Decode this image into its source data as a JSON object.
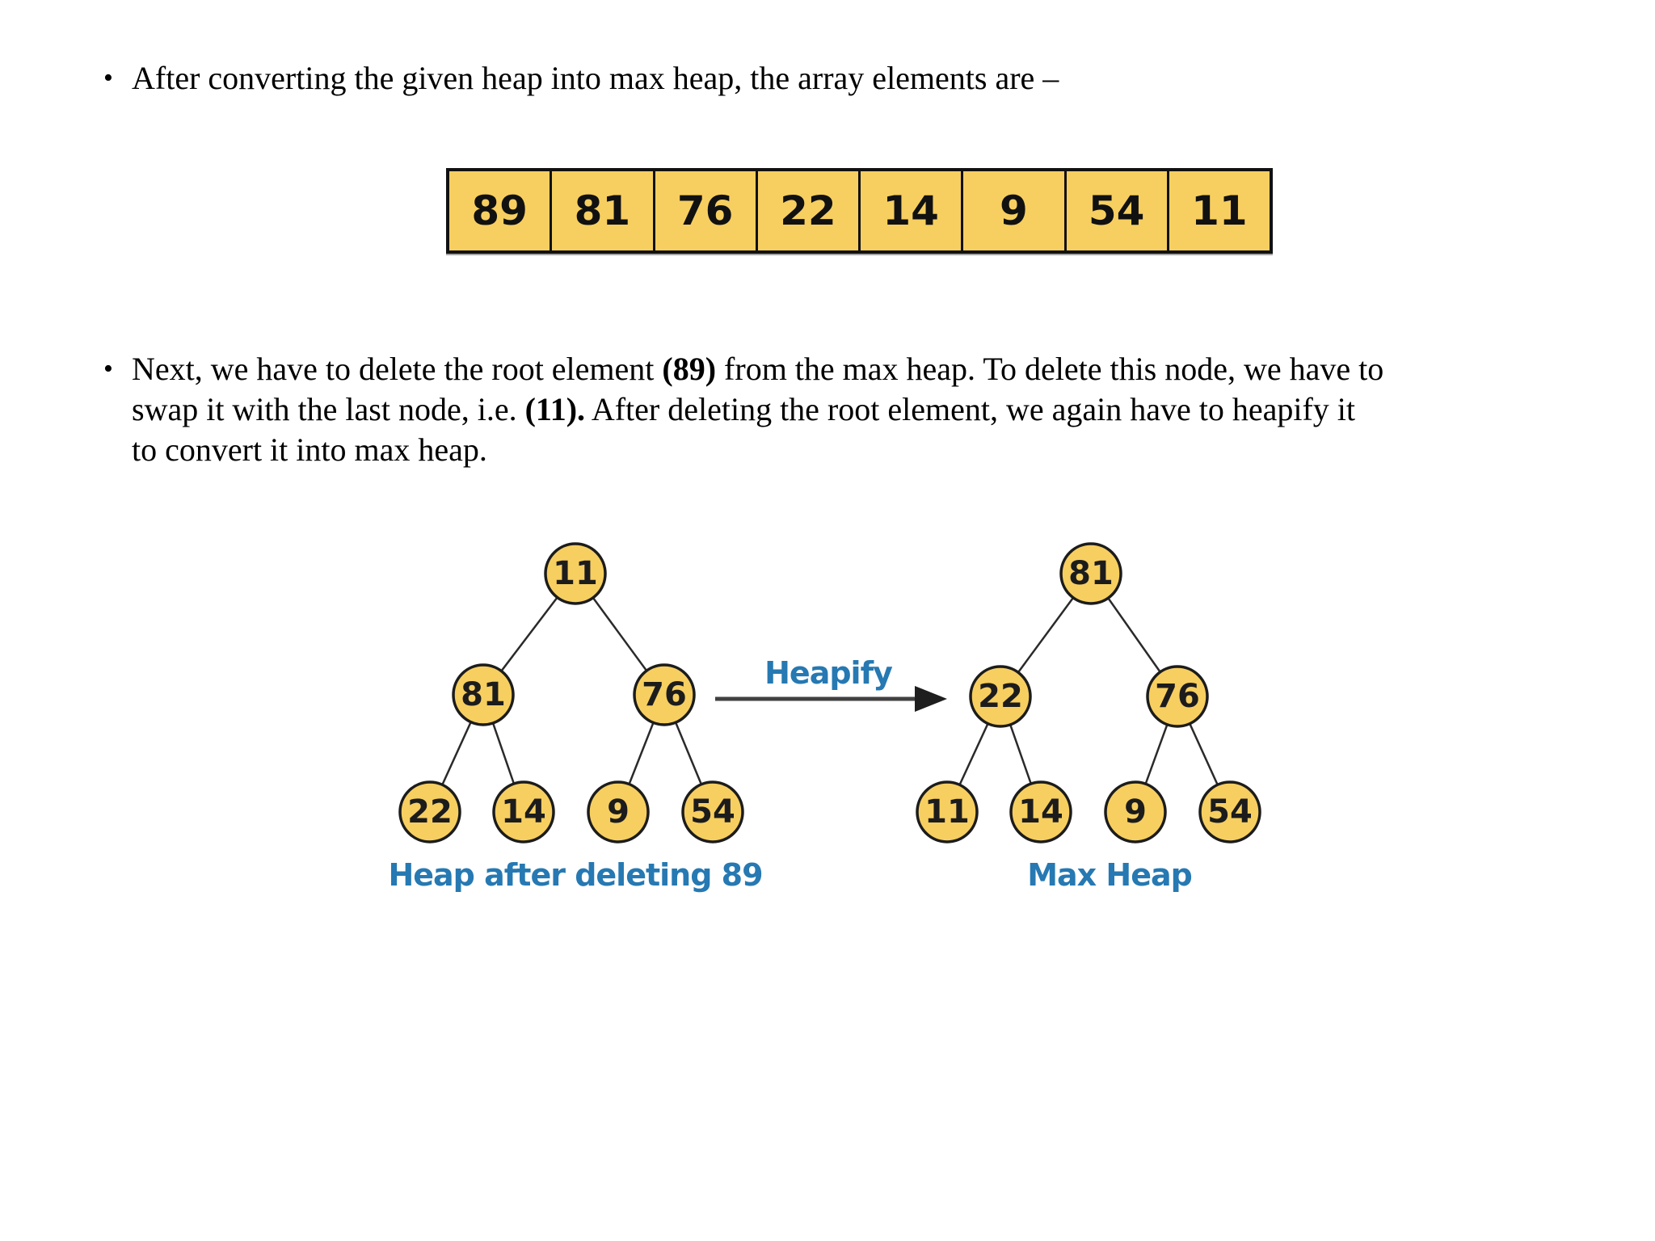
{
  "colors": {
    "node_fill": "#F7CF60",
    "node_stroke": "#1C1C1C",
    "edge": "#2A2A2A",
    "accent_blue": "#2679B2",
    "arrow": "#414141",
    "array_fill": "#F7CF60",
    "array_border": "#111111",
    "text": "#000000"
  },
  "bullets": [
    {
      "marker": "•",
      "segments": [
        {
          "t": "After converting the given heap into max heap, the array elements are –"
        }
      ]
    },
    {
      "marker": "•",
      "segments": [
        {
          "t": "Next, we have to delete the root element "
        },
        {
          "t": "(89)",
          "b": true
        },
        {
          "t": " from the max heap. To delete this node, we have to\nswap it with the last node, i.e. "
        },
        {
          "t": "(11).",
          "b": true
        },
        {
          "t": " After deleting the root element, we again have to heapify it\nto convert it into max heap."
        }
      ]
    }
  ],
  "array": {
    "values": [
      "89",
      "81",
      "76",
      "22",
      "14",
      "9",
      "54",
      "11"
    ]
  },
  "diagram": {
    "arrow_label": "Heapify",
    "left_tree": {
      "caption": "Heap after deleting 89",
      "nodes": [
        "11",
        "81",
        "76",
        "22",
        "14",
        "9",
        "54"
      ]
    },
    "right_tree": {
      "caption": "Max Heap",
      "nodes": [
        "81",
        "22",
        "76",
        "11",
        "14",
        "9",
        "54"
      ]
    }
  }
}
